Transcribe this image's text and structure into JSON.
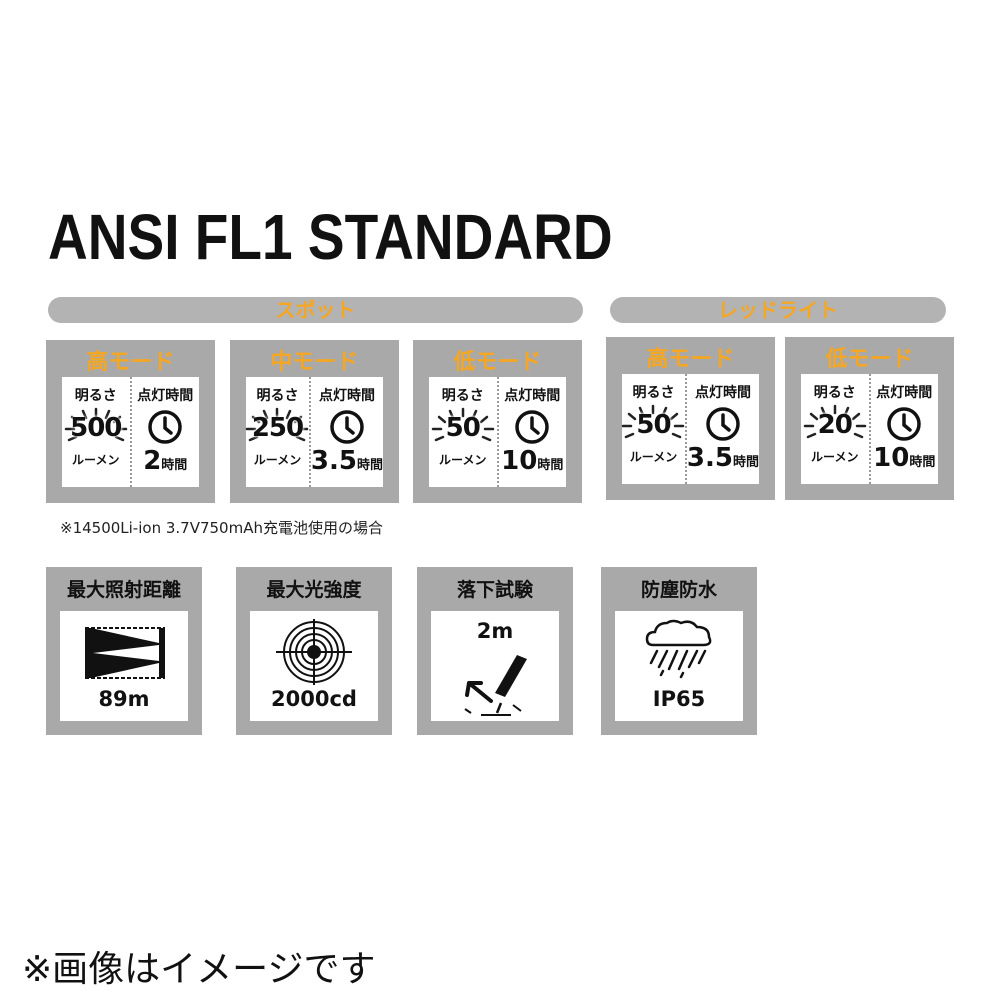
{
  "title": "ANSI FL1 STANDARD",
  "spot_label": "スポット",
  "red_label": "レッドライト",
  "brightness_label": "明るさ",
  "runtime_label": "点灯時間",
  "lumen_unit": "ルーメン",
  "hour_unit": "時間",
  "spot_modes": [
    {
      "name": "高モード",
      "lumens": "500",
      "hours": "2"
    },
    {
      "name": "中モード",
      "lumens": "250",
      "hours": "3.5"
    },
    {
      "name": "低モード",
      "lumens": "50",
      "hours": "10"
    }
  ],
  "red_modes": [
    {
      "name": "高モード",
      "lumens": "50",
      "hours": "3.5"
    },
    {
      "name": "低モード",
      "lumens": "20",
      "hours": "10"
    }
  ],
  "note": "※14500Li-ion 3.7V750mAh充電池使用の場合",
  "features": [
    {
      "title": "最大照射距離",
      "value": "89m",
      "icon": "beam-icon"
    },
    {
      "title": "最大光強度",
      "value": "2000cd",
      "icon": "target-icon"
    },
    {
      "title": "落下試験",
      "value": "2m",
      "icon": "drop-icon"
    },
    {
      "title": "防塵防水",
      "value": "IP65",
      "icon": "rain-cloud-icon"
    }
  ],
  "footer": "※画像はイメージです",
  "colors": {
    "accent": "#f5a623",
    "panel": "#a9a9a9",
    "pill": "#b3b3b3"
  }
}
